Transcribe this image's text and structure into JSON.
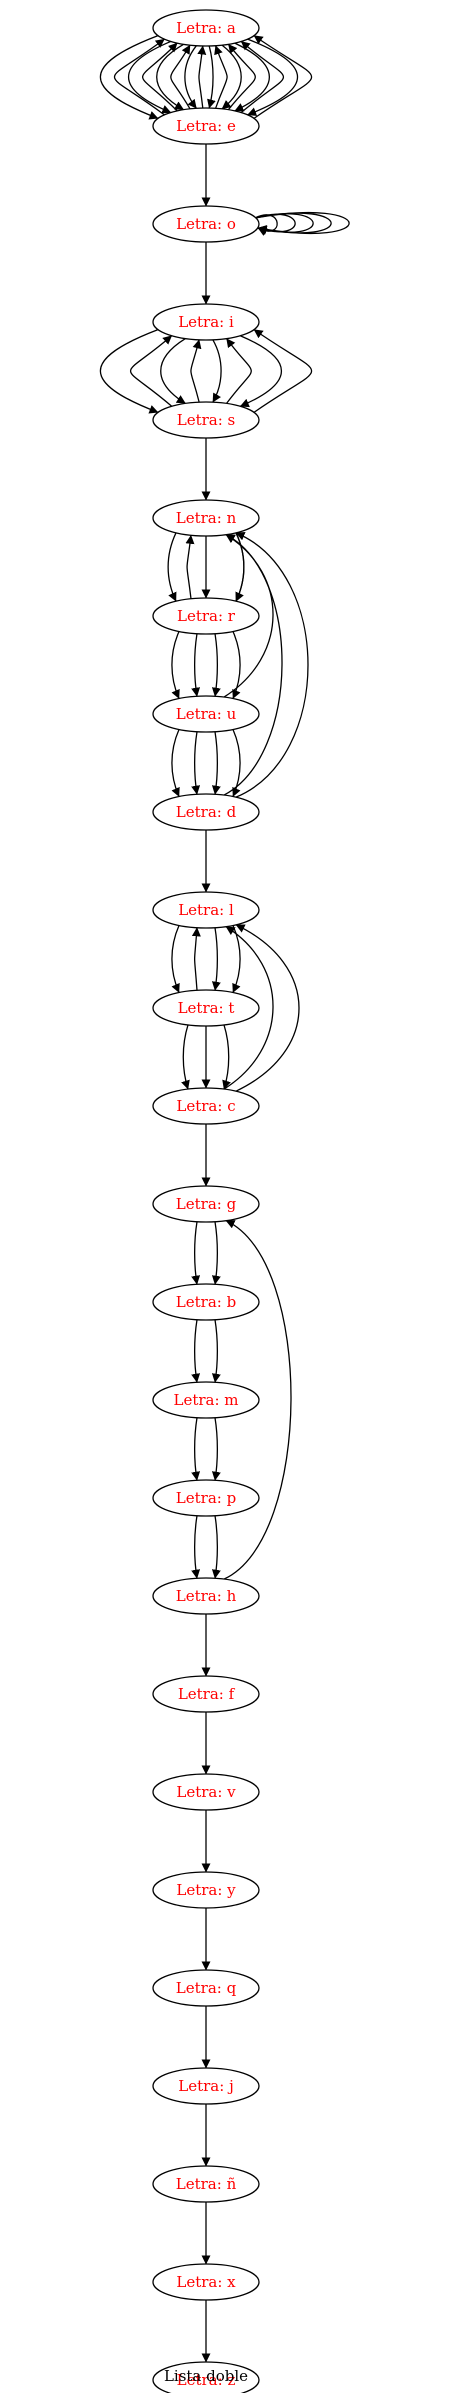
{
  "graph": {
    "caption": "Lista doble",
    "label_color": "#ff0000",
    "nodes": [
      {
        "id": "a",
        "label": "Letra: a"
      },
      {
        "id": "e",
        "label": "Letra: e"
      },
      {
        "id": "o",
        "label": "Letra: o"
      },
      {
        "id": "i",
        "label": "Letra: i"
      },
      {
        "id": "s",
        "label": "Letra: s"
      },
      {
        "id": "n",
        "label": "Letra: n"
      },
      {
        "id": "r",
        "label": "Letra: r"
      },
      {
        "id": "u",
        "label": "Letra: u"
      },
      {
        "id": "d",
        "label": "Letra: d"
      },
      {
        "id": "l",
        "label": "Letra: l"
      },
      {
        "id": "t",
        "label": "Letra: t"
      },
      {
        "id": "c",
        "label": "Letra: c"
      },
      {
        "id": "g",
        "label": "Letra: g"
      },
      {
        "id": "b",
        "label": "Letra: b"
      },
      {
        "id": "m",
        "label": "Letra: m"
      },
      {
        "id": "p",
        "label": "Letra: p"
      },
      {
        "id": "h",
        "label": "Letra: h"
      },
      {
        "id": "f",
        "label": "Letra: f"
      },
      {
        "id": "v",
        "label": "Letra: v"
      },
      {
        "id": "y",
        "label": "Letra: y"
      },
      {
        "id": "q",
        "label": "Letra: q"
      },
      {
        "id": "j",
        "label": "Letra: j"
      },
      {
        "id": "ñ",
        "label": "Letra: ñ"
      },
      {
        "id": "x",
        "label": "Letra: x"
      },
      {
        "id": "z",
        "label": "Letra: z"
      }
    ],
    "edges": [
      {
        "from": "a",
        "to": "e",
        "count": 8
      },
      {
        "from": "e",
        "to": "a",
        "count": 8
      },
      {
        "from": "e",
        "to": "o",
        "count": 1
      },
      {
        "from": "o",
        "to": "o",
        "count": 5
      },
      {
        "from": "o",
        "to": "i",
        "count": 1
      },
      {
        "from": "i",
        "to": "s",
        "count": 4
      },
      {
        "from": "s",
        "to": "i",
        "count": 4
      },
      {
        "from": "s",
        "to": "n",
        "count": 1
      },
      {
        "from": "n",
        "to": "r",
        "count": 4
      },
      {
        "from": "r",
        "to": "u",
        "count": 4
      },
      {
        "from": "u",
        "to": "d",
        "count": 4
      },
      {
        "from": "r",
        "to": "n",
        "count": 1
      },
      {
        "from": "u",
        "to": "n",
        "count": 1
      },
      {
        "from": "d",
        "to": "n",
        "count": 2
      },
      {
        "from": "d",
        "to": "l",
        "count": 1
      },
      {
        "from": "l",
        "to": "t",
        "count": 3
      },
      {
        "from": "t",
        "to": "c",
        "count": 3
      },
      {
        "from": "t",
        "to": "l",
        "count": 1
      },
      {
        "from": "c",
        "to": "l",
        "count": 2
      },
      {
        "from": "c",
        "to": "g",
        "count": 1
      },
      {
        "from": "g",
        "to": "b",
        "count": 2
      },
      {
        "from": "b",
        "to": "m",
        "count": 2
      },
      {
        "from": "m",
        "to": "p",
        "count": 2
      },
      {
        "from": "p",
        "to": "h",
        "count": 2
      },
      {
        "from": "h",
        "to": "g",
        "count": 1
      },
      {
        "from": "h",
        "to": "f",
        "count": 1
      },
      {
        "from": "f",
        "to": "v",
        "count": 1
      },
      {
        "from": "v",
        "to": "y",
        "count": 1
      },
      {
        "from": "y",
        "to": "q",
        "count": 1
      },
      {
        "from": "q",
        "to": "j",
        "count": 1
      },
      {
        "from": "j",
        "to": "ñ",
        "count": 1
      },
      {
        "from": "ñ",
        "to": "x",
        "count": 1
      },
      {
        "from": "x",
        "to": "z",
        "count": 1
      }
    ]
  }
}
